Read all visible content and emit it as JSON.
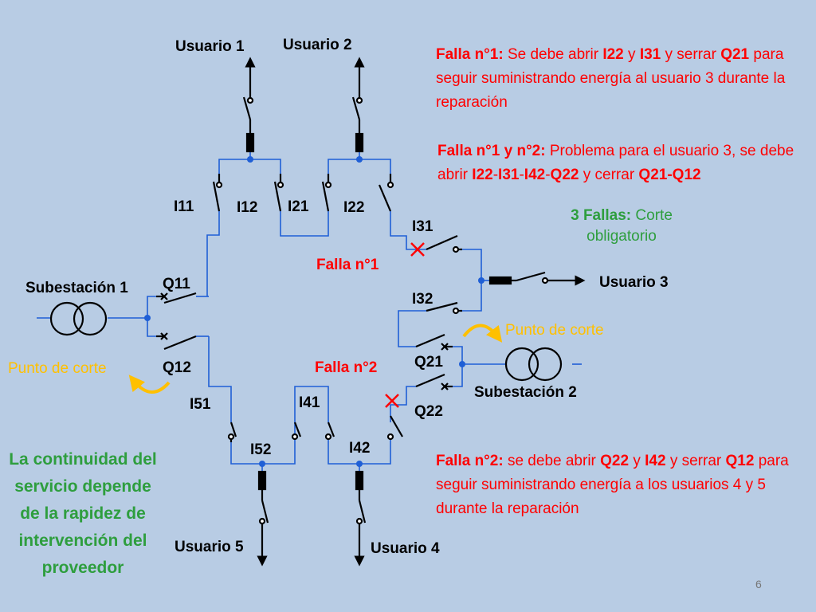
{
  "page": {
    "background": "#b8cce4",
    "number": "6"
  },
  "colors": {
    "line": "#1f5fd6",
    "red": "#ff0000",
    "green": "#2e9e3e",
    "orange": "#ffc000"
  },
  "labels": {
    "usuario1": "Usuario 1",
    "usuario2": "Usuario 2",
    "usuario3": "Usuario 3",
    "usuario4": "Usuario  4",
    "usuario5": "Usuario 5",
    "sub1": "Subestación 1",
    "sub2": "Subestación  2",
    "i11": "I11",
    "i12": "I12",
    "i21": "I21",
    "i22": "I22",
    "i31": "I31",
    "i32": "I32",
    "i41": "I41",
    "i42": "I42",
    "i51": "I51",
    "i52": "I52",
    "q11": "Q11",
    "q12": "Q12",
    "q21": "Q21",
    "q22": "Q22",
    "falla1": "Falla n°1",
    "falla2": "Falla n°2",
    "corte_left": "Punto de corte",
    "corte_right": "Punto de corte"
  },
  "notes": {
    "falla1": {
      "t1": "Falla n°1:",
      "t2": " Se debe abrir ",
      "t3": "I22",
      "t4": " y ",
      "t5": "I31",
      "t6": " y serrar ",
      "t7": "Q21",
      "t8": " para seguir suministrando energía al usuario 3 durante la reparación"
    },
    "falla12": {
      "t1": "Falla n°1 y n°2:",
      "t2": " Problema para el usuario 3, se debe abrir ",
      "t3": "I22",
      "t4": "-",
      "t5": "I31",
      "t6": "-",
      "t7": "I42",
      "t8": "-",
      "t9": "Q22",
      "t10": " y cerrar ",
      "t11": "Q21-Q12"
    },
    "fallas3": {
      "t1": "3  Fallas:",
      "t2": " Corte obligatorio"
    },
    "falla2": {
      "t1": "Falla n°2:",
      "t2": " se debe abrir ",
      "t3": "Q22",
      "t4": " y ",
      "t5": "I42",
      "t6": " y serrar ",
      "t7": "Q12",
      "t8": " para seguir suministrando energía a los usuarios 4 y 5 durante la reparación"
    }
  },
  "continuidad": "La continuidad del servicio depende de la rapidez de intervención del proveedor"
}
